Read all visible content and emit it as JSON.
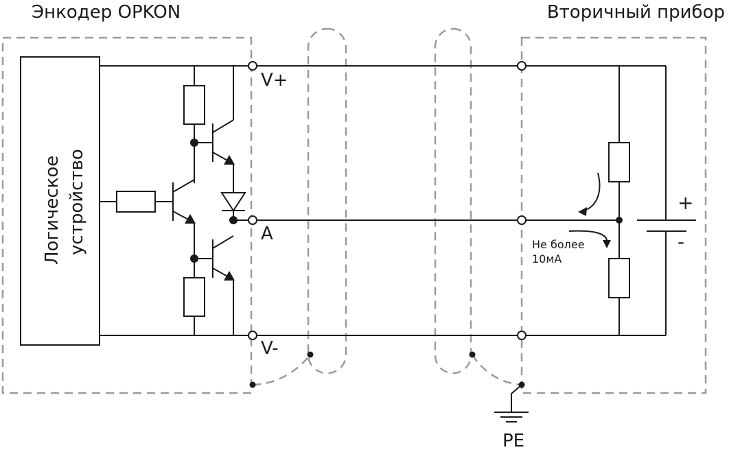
{
  "labels": {
    "encoder_title": "Энкодер OPKON",
    "secondary_title": "Вторичный прибор",
    "logic_line1": "Логическое",
    "logic_line2": "устройство",
    "terminal_vplus": "V+",
    "terminal_a": "A",
    "terminal_vminus": "V-",
    "current_note_line1": "Не более",
    "current_note_line2": "10мА",
    "battery_plus": "+",
    "battery_minus": "-",
    "ground": "PE"
  },
  "colors": {
    "wire": "#1a1a1a",
    "dashed_outline": "#9a9a9a"
  }
}
